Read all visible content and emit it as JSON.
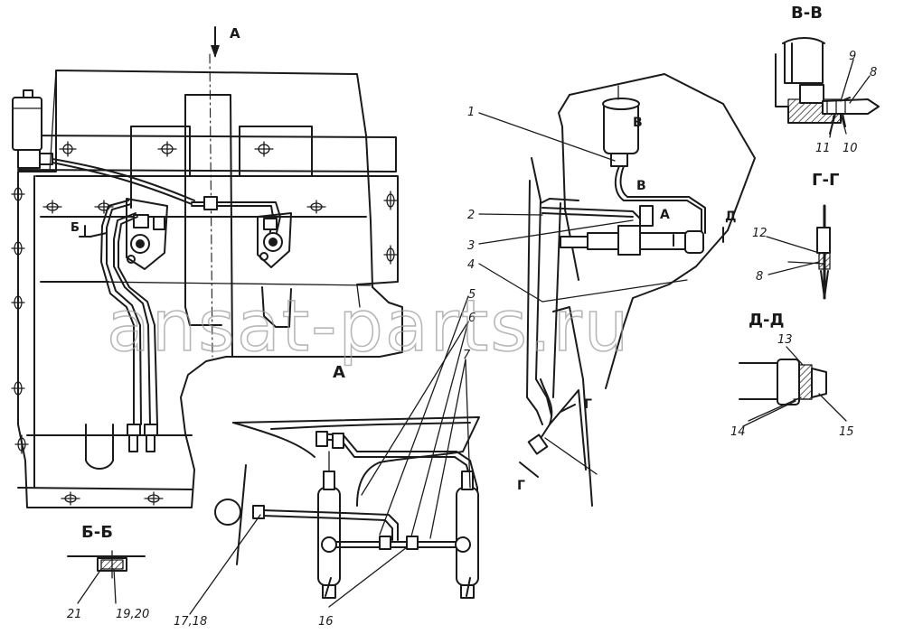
{
  "watermark": "ansat-parts.ru",
  "view_labels": {
    "view_A_arrow": "А",
    "view_A_caption": "А",
    "section_B_B": "Б-Б",
    "section_V_V": "В-В",
    "section_G_G": "Г-Г",
    "section_D_D": "Д-Д",
    "cut_B": "Б",
    "cut_V_upper": "В",
    "cut_V_lower": "В",
    "cut_D_left": "Д",
    "cut_D_right": "А",
    "cut_G_upper": "Г",
    "cut_G_lower": "Г"
  },
  "callouts": [
    {
      "id": "c1",
      "text": "1"
    },
    {
      "id": "c2",
      "text": "2"
    },
    {
      "id": "c3",
      "text": "3"
    },
    {
      "id": "c4",
      "text": "4"
    },
    {
      "id": "c5",
      "text": "5"
    },
    {
      "id": "c6",
      "text": "6"
    },
    {
      "id": "c7",
      "text": "7"
    },
    {
      "id": "c8a",
      "text": "8"
    },
    {
      "id": "c8b",
      "text": "8"
    },
    {
      "id": "c9",
      "text": "9"
    },
    {
      "id": "c10",
      "text": "10"
    },
    {
      "id": "c11",
      "text": "11"
    },
    {
      "id": "c12",
      "text": "12"
    },
    {
      "id": "c13",
      "text": "13"
    },
    {
      "id": "c14",
      "text": "14"
    },
    {
      "id": "c15",
      "text": "15"
    },
    {
      "id": "c16",
      "text": "16"
    },
    {
      "id": "c1718",
      "text": "17,18"
    },
    {
      "id": "c1920",
      "text": "19,20"
    },
    {
      "id": "c21",
      "text": "21"
    }
  ]
}
